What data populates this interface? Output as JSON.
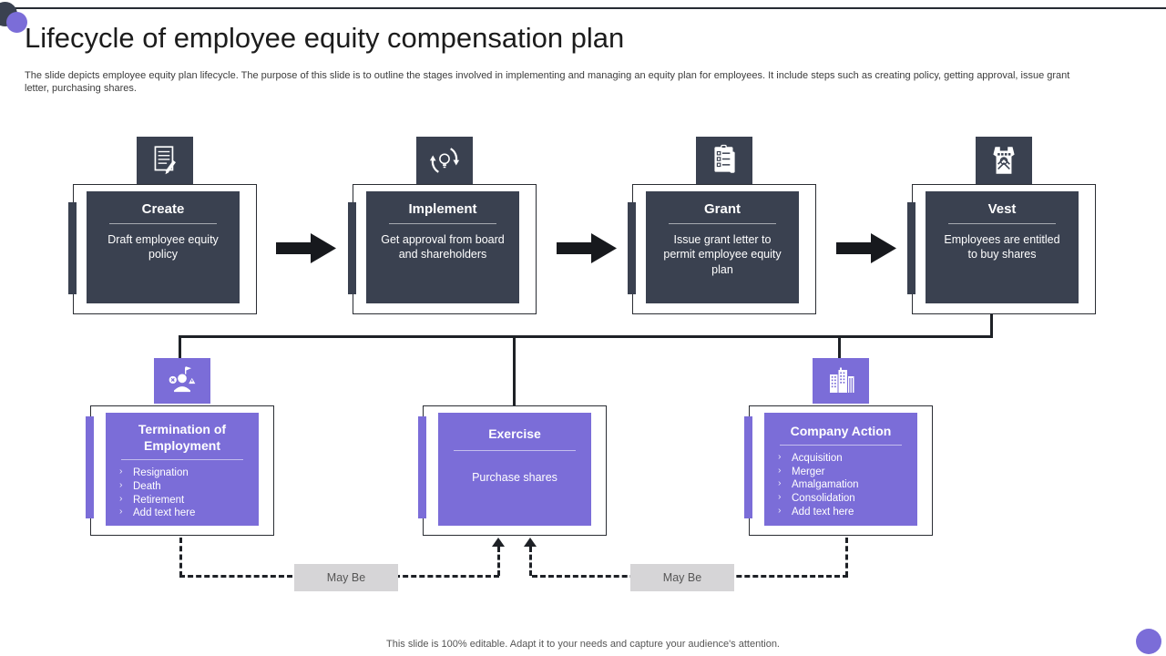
{
  "slide": {
    "title": "Lifecycle of employee equity compensation plan",
    "description": "The slide depicts employee equity plan lifecycle. The purpose of this slide is to outline the stages involved in implementing  and managing an equity plan for employees. It include steps such as creating policy, getting approval, issue grant letter, purchasing shares.",
    "footer": "This slide is 100% editable.  Adapt it to your needs and capture your audience's attention."
  },
  "colors": {
    "dark": "#3a4150",
    "purple": "#7b6dd8",
    "connector": "#1e2126",
    "label_bg": "#d6d5d7",
    "label_text": "#565656"
  },
  "stages": [
    {
      "title": "Create",
      "body": "Draft employee equity policy",
      "icon": "document-pencil-icon"
    },
    {
      "title": "Implement",
      "body": "Get approval  from board  and shareholders",
      "icon": "cycle-bulb-icon"
    },
    {
      "title": "Grant",
      "body": "Issue grant  letter to permit  employee equity  plan",
      "icon": "clipboard-checklist-icon"
    },
    {
      "title": "Vest",
      "body": "Employees are entitled to buy shares",
      "icon": "vest-icon"
    }
  ],
  "branches": [
    {
      "title": "Termination of Employment",
      "icon": "terminated-employee-icon",
      "items": [
        "Resignation",
        "Death",
        "Retirement",
        "Add text here"
      ]
    },
    {
      "title": "Exercise",
      "body": "Purchase shares"
    },
    {
      "title": "Company Action",
      "icon": "company-buildings-icon",
      "items": [
        "Acquisition",
        "Merger",
        "Amalgamation",
        "Consolidation",
        "Add text here"
      ]
    }
  ],
  "connector_labels": {
    "left": "May Be",
    "right": "May Be"
  }
}
